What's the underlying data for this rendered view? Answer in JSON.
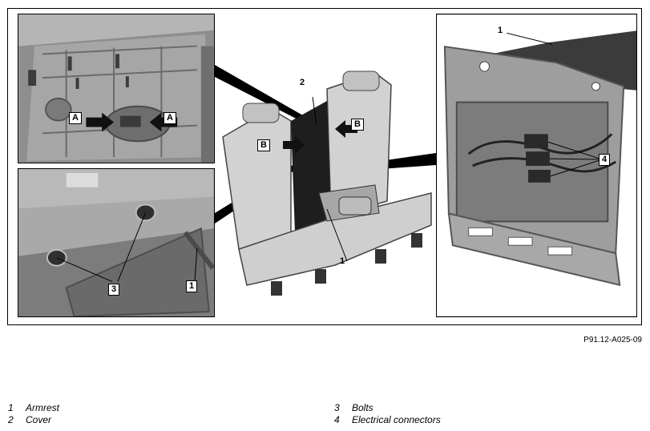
{
  "figure_ref": "P91.12-A025-09",
  "callouts": {
    "a_left": "A",
    "a_right": "A",
    "b_left": "B",
    "b_right": "B",
    "num_1_center": "1",
    "num_2_center": "2",
    "num_1_left": "1",
    "num_3_left": "3",
    "num_1_right": "1",
    "num_4_right": "4"
  },
  "legend": [
    {
      "num": "1",
      "label": "Armrest"
    },
    {
      "num": "2",
      "label": "Cover"
    },
    {
      "num": "3",
      "label": "Bolts"
    },
    {
      "num": "4",
      "label": "Electrical connectors"
    }
  ],
  "colors": {
    "metal": "#9a9a9a",
    "metal_light": "#c4c4c4",
    "metal_dark": "#5e5e5e",
    "seat": "#d2d2d2",
    "black": "#000000"
  }
}
